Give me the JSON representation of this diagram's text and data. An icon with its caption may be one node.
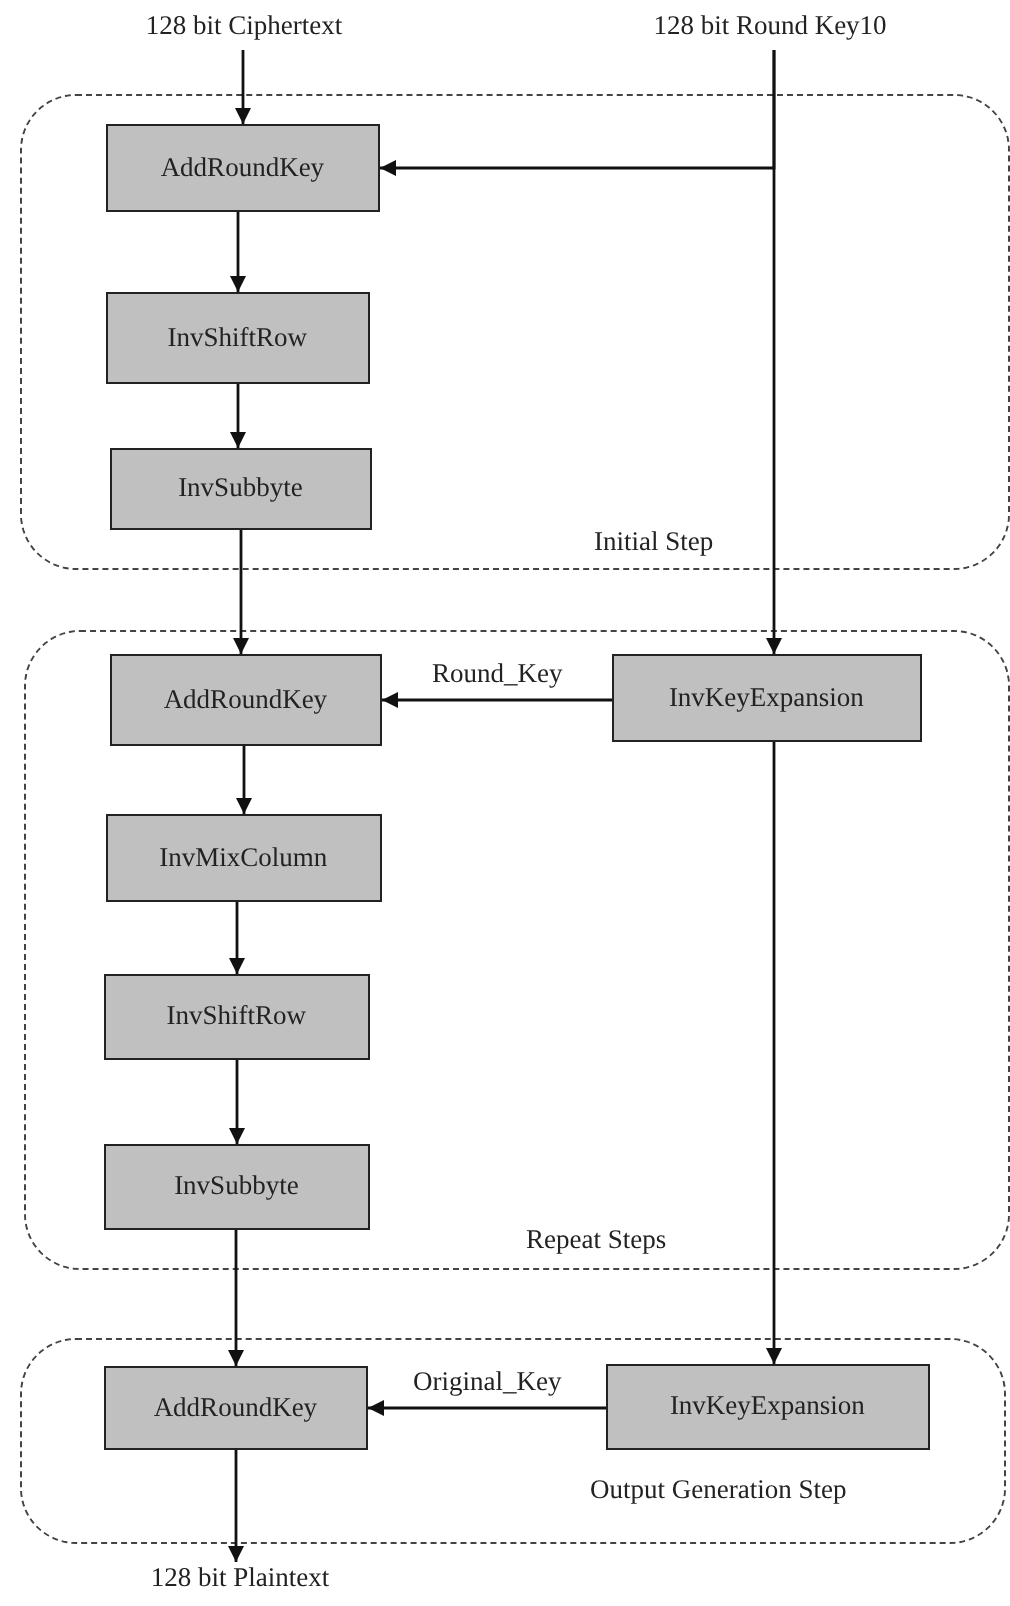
{
  "diagram": {
    "nodes": [
      {
        "text": [
          "128 bit Ciphertext"
        ]
      },
      {
        "text": [
          "128 bit Round Key10"
        ]
      },
      {
        "text": [
          "Initial Step"
        ]
      },
      {
        "text": [
          "AddRoundKey"
        ],
        "in": 2
      },
      {
        "text": [
          "InvShiftRow"
        ],
        "in": 2
      },
      {
        "text": [
          "InvSubbyte"
        ],
        "in": 2
      },
      {
        "text": [
          "Repeat Steps"
        ]
      },
      {
        "text": [
          "AddRoundKey"
        ],
        "in": 6
      },
      {
        "text": [
          "InvKeyExpansion"
        ],
        "in": 6
      },
      {
        "text": [
          "InvMixColumn"
        ],
        "in": 6
      },
      {
        "text": [
          "InvShiftRow"
        ],
        "in": 6
      },
      {
        "text": [
          "InvSubbyte"
        ],
        "in": 6
      },
      {
        "text": [
          "Output Generation Step"
        ]
      },
      {
        "text": [
          "AddRoundKey"
        ],
        "in": 12
      },
      {
        "text": [
          "InvKeyExpansion"
        ],
        "in": 12
      },
      {
        "text": [
          "128 bit Plaintext"
        ]
      }
    ],
    "edges": [
      {
        "from": 0,
        "to": 3,
        "arrow": "to"
      },
      {
        "from": 1,
        "to": 3,
        "arrow": "to"
      },
      {
        "from": 3,
        "to": 4,
        "arrow": "to"
      },
      {
        "from": 4,
        "to": 5,
        "arrow": "to"
      },
      {
        "from": 1,
        "to": 8,
        "arrow": "to"
      },
      {
        "from": 5,
        "to": 7,
        "arrow": "to"
      },
      {
        "from": 8,
        "to": 7,
        "arrow": "to",
        "label": "Round_Key"
      },
      {
        "from": 7,
        "to": 9,
        "arrow": "to"
      },
      {
        "from": 9,
        "to": 10,
        "arrow": "to"
      },
      {
        "from": 10,
        "to": 11,
        "arrow": "to"
      },
      {
        "from": 11,
        "to": 13,
        "arrow": "to"
      },
      {
        "from": 8,
        "to": 14,
        "arrow": "to"
      },
      {
        "from": 14,
        "to": 13,
        "arrow": "to",
        "label": "Original_Key"
      },
      {
        "from": 13,
        "to": 15,
        "arrow": "to"
      }
    ]
  }
}
